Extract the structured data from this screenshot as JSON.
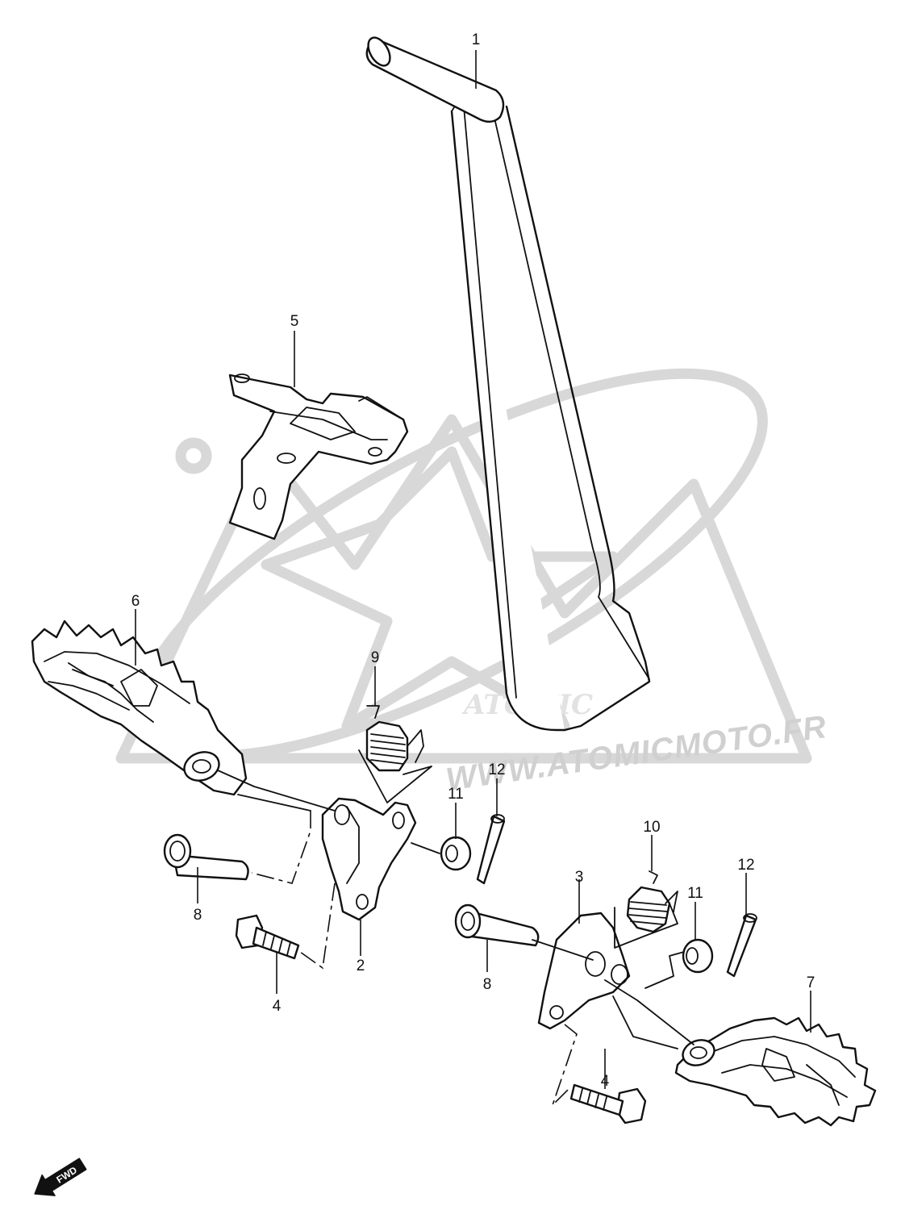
{
  "diagram": {
    "callouts": {
      "c1": "1",
      "c2": "2",
      "c3": "3",
      "c4a": "4",
      "c4b": "4",
      "c5": "5",
      "c6": "6",
      "c7": "7",
      "c8a": "8",
      "c8b": "8",
      "c9": "9",
      "c10": "10",
      "c11a": "11",
      "c11b": "11",
      "c12a": "12",
      "c12b": "12"
    },
    "watermark_url": "WWW.ATOMICMOTO.FR",
    "watermark_logo": "ATOMIC",
    "fwd_label": "FWD"
  }
}
